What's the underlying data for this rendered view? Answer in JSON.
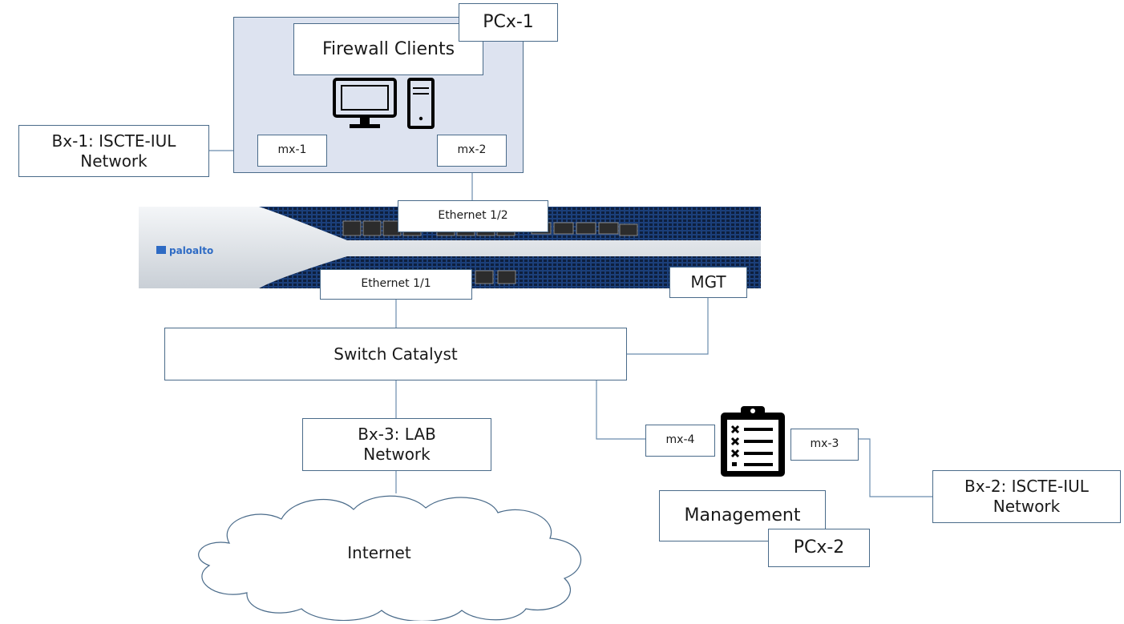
{
  "client_area": {
    "pc_label": "PCx-1",
    "title": "Firewall Clients",
    "port_left": "mx-1",
    "port_right": "mx-2"
  },
  "bx1": {
    "text": "Bx-1: ISCTE-IUL\nNetwork"
  },
  "firewall": {
    "brand": "paloalto",
    "eth12": "Ethernet 1/2",
    "eth11": "Ethernet 1/1",
    "mgt": "MGT"
  },
  "switch": {
    "label": "Switch Catalyst"
  },
  "bx3": {
    "text": "Bx-3: LAB\nNetwork"
  },
  "internet": {
    "label": "Internet"
  },
  "mgmt_device": {
    "port_left": "mx-4",
    "port_right": "mx-3"
  },
  "bx2": {
    "text": "Bx-2: ISCTE-IUL\nNetwork"
  },
  "management": {
    "title": "Management",
    "pc_label": "PCx-2"
  },
  "colors": {
    "client_area_bg": "#dde3f0",
    "border": "#4a6b8a",
    "wire": "#6a8cae",
    "chassis": "#1f4f9a"
  }
}
